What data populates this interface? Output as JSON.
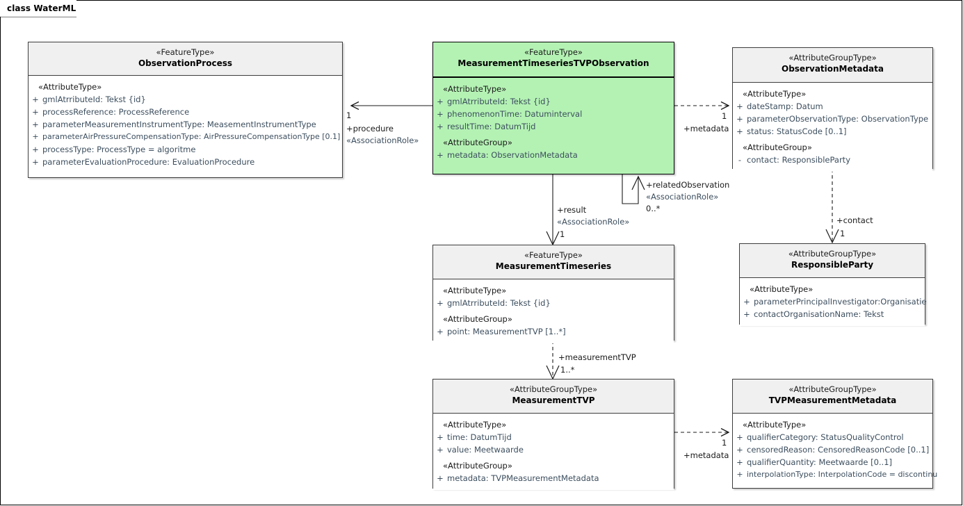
{
  "diagram": {
    "tab_label": "class WaterML",
    "highlight_color": "#b4f2b4",
    "header_color": "#f0f0f0",
    "attribute_text_color": "#3c4e5e"
  },
  "classes": {
    "observation_process": {
      "stereotype": "«FeatureType»",
      "name": "ObservationProcess",
      "sections": [
        {
          "group": "«AttributeType»",
          "attributes": [
            {
              "visibility": "+",
              "text": "gmlAtrributeId: Tekst {id}"
            },
            {
              "visibility": "+",
              "text": "processReference: ProcessReference"
            },
            {
              "visibility": "+",
              "text": "parameterMeasurementInstrumentType: MeasementInstrumentType"
            },
            {
              "visibility": "+",
              "text": "parameterAirPressureCompensationType: AirPressureCompensationType [0.1]"
            },
            {
              "visibility": "+",
              "text": "processType: ProcessType = algoritme"
            },
            {
              "visibility": "+",
              "text": "parameterEvaluationProcedure: EvaluationProcedure"
            }
          ]
        }
      ]
    },
    "mtsrv_observation": {
      "stereotype": "«FeatureType»",
      "name": "MeasurementTimeseriesTVPObservation",
      "sections": [
        {
          "group": "«AttributeType»",
          "attributes": [
            {
              "visibility": "+",
              "text": "gmlAtrributeId: Tekst {id}"
            },
            {
              "visibility": "+",
              "text": "phenomenonTime: Datuminterval"
            },
            {
              "visibility": "+",
              "text": "resultTime: DatumTijd"
            }
          ]
        },
        {
          "group": "«AttributeGroup»",
          "attributes": [
            {
              "visibility": "+",
              "text": "metadata: ObservationMetadata"
            }
          ]
        }
      ]
    },
    "observation_metadata": {
      "stereotype": "«AttributeGroupType»",
      "name": "ObservationMetadata",
      "sections": [
        {
          "group": "«AttributeType»",
          "attributes": [
            {
              "visibility": "+",
              "text": "dateStamp: Datum"
            },
            {
              "visibility": "+",
              "text": "parameterObservationType: ObservationType"
            },
            {
              "visibility": "+",
              "text": "status: StatusCode [0..1]"
            }
          ]
        },
        {
          "group": "«AttributeGroup»",
          "attributes": [
            {
              "visibility": "-",
              "text": "contact: ResponsibleParty"
            }
          ]
        }
      ]
    },
    "measurement_timeseries": {
      "stereotype": "«FeatureType»",
      "name": "MeasurementTimeseries",
      "sections": [
        {
          "group": "«AttributeType»",
          "attributes": [
            {
              "visibility": "+",
              "text": "gmlAtrributeId: Tekst {id}"
            }
          ]
        },
        {
          "group": "«AttributeGroup»",
          "attributes": [
            {
              "visibility": "+",
              "text": "point: MeasurementTVP [1..*]"
            }
          ]
        }
      ]
    },
    "responsible_party": {
      "stereotype": "«AttributeGroupType»",
      "name": "ResponsibleParty",
      "sections": [
        {
          "group": "«AttributeType»",
          "attributes": [
            {
              "visibility": "+",
              "text": "parameterPrincipalInvestigator:Organisatie"
            },
            {
              "visibility": "+",
              "text": "contactOrganisationName: Tekst"
            }
          ]
        }
      ]
    },
    "measurement_tvp": {
      "stereotype": "«AttributeGroupType»",
      "name": "MeasurementTVP",
      "sections": [
        {
          "group": "«AttributeType»",
          "attributes": [
            {
              "visibility": "+",
              "text": "time: DatumTijd"
            },
            {
              "visibility": "+",
              "text": "value: Meetwaarde"
            }
          ]
        },
        {
          "group": "«AttributeGroup»",
          "attributes": [
            {
              "visibility": "+",
              "text": "metadata: TVPMeasurementMetadata"
            }
          ]
        }
      ]
    },
    "tvp_measurement_metadata": {
      "stereotype": "«AttributeGroupType»",
      "name": "TVPMeasurementMetadata",
      "sections": [
        {
          "group": "«AttributeType»",
          "attributes": [
            {
              "visibility": "+",
              "text": "qualifierCategory: StatusQualityControl"
            },
            {
              "visibility": "+",
              "text": "censoredReason: CensoredReasonCode [0..1]"
            },
            {
              "visibility": "+",
              "text": "qualifierQuantity: Meetwaarde [0..1]"
            },
            {
              "visibility": "+",
              "text": "interpolationType: InterpolationCode = discontinu"
            }
          ]
        }
      ]
    }
  },
  "relationships": {
    "procedure": {
      "role": "+procedure",
      "stereotype": "«AssociationRole»",
      "multiplicity": "1"
    },
    "metadata_observation": {
      "role": "+metadata",
      "multiplicity": "1"
    },
    "result": {
      "role": "+result",
      "stereotype": "«AssociationRole»",
      "multiplicity": "1"
    },
    "related_observation": {
      "role": "+relatedObservation",
      "stereotype": "«AssociationRole»",
      "multiplicity": "0..*"
    },
    "contact": {
      "role": "+contact",
      "multiplicity": "1"
    },
    "measurement_tvp": {
      "role": "+measurementTVP",
      "multiplicity": "1..*"
    },
    "metadata_tvp": {
      "role": "+metadata",
      "multiplicity": "1"
    }
  }
}
